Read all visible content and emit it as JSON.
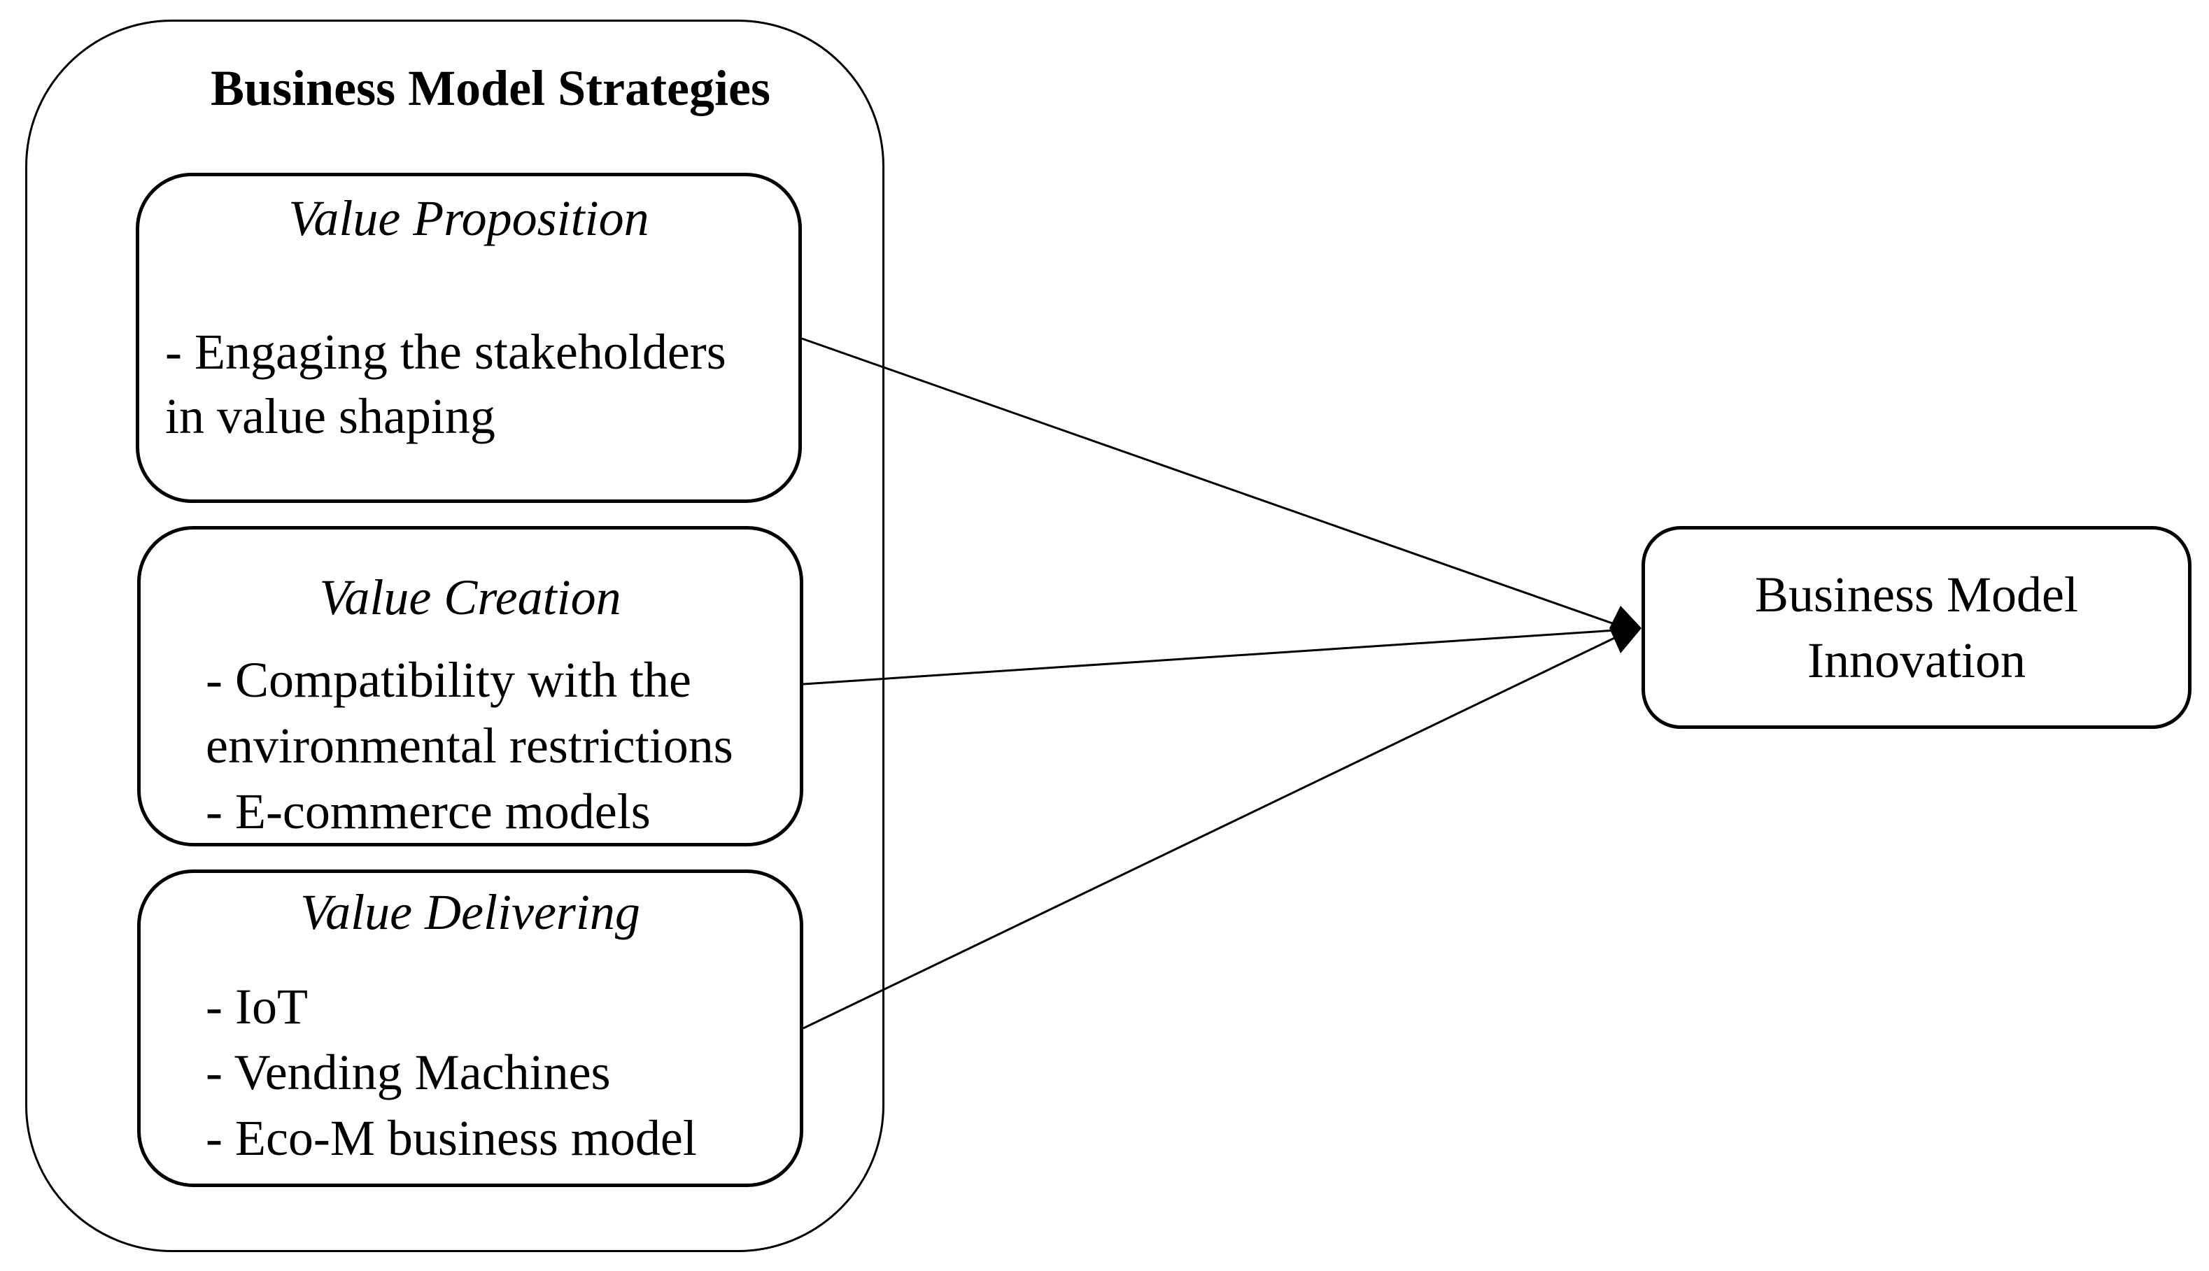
{
  "strategies": {
    "title": "Business Model Strategies",
    "value_proposition": {
      "title": "Value Proposition",
      "items": [
        "- Engaging the stakeholders",
        "in value shaping"
      ]
    },
    "value_creation": {
      "title": "Value Creation",
      "items": [
        "- Compatibility with the",
        "environmental restrictions",
        "- E-commerce models"
      ]
    },
    "value_delivering": {
      "title": "Value Delivering",
      "items": [
        "- IoT",
        "- Vending Machines",
        "- Eco-M business model"
      ]
    }
  },
  "outcome": {
    "lines": [
      "Business Model",
      "Innovation"
    ]
  },
  "colors": {
    "stroke": "#000000",
    "background": "#ffffff"
  }
}
